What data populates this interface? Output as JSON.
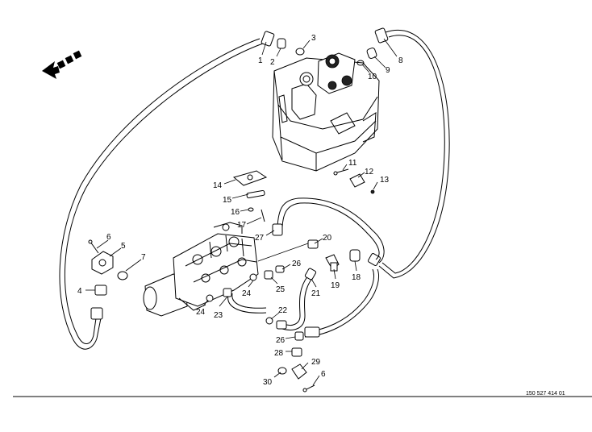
{
  "diagram": {
    "document_number": "150 527 414 01",
    "direction_icon": "travel-direction-arrow-icon",
    "callouts": {
      "c1": "1",
      "c2": "2",
      "c3": "3",
      "c4": "4",
      "c5": "5",
      "c6a": "6",
      "c7": "7",
      "c8": "8",
      "c9": "9",
      "c10": "10",
      "c11": "11",
      "c12": "12",
      "c13": "13",
      "c14": "14",
      "c15": "15",
      "c16": "16",
      "c17": "17",
      "c18": "18",
      "c19": "19",
      "c20": "20",
      "c21": "21",
      "c22": "22",
      "c23": "23",
      "c24a": "24",
      "c24b": "24",
      "c25": "25",
      "c26a": "26",
      "c26b": "26",
      "c27": "27",
      "c28": "28",
      "c29": "29",
      "c30": "30",
      "c6b": "6"
    },
    "colors": {
      "line": "#000000",
      "background": "#ffffff"
    }
  }
}
